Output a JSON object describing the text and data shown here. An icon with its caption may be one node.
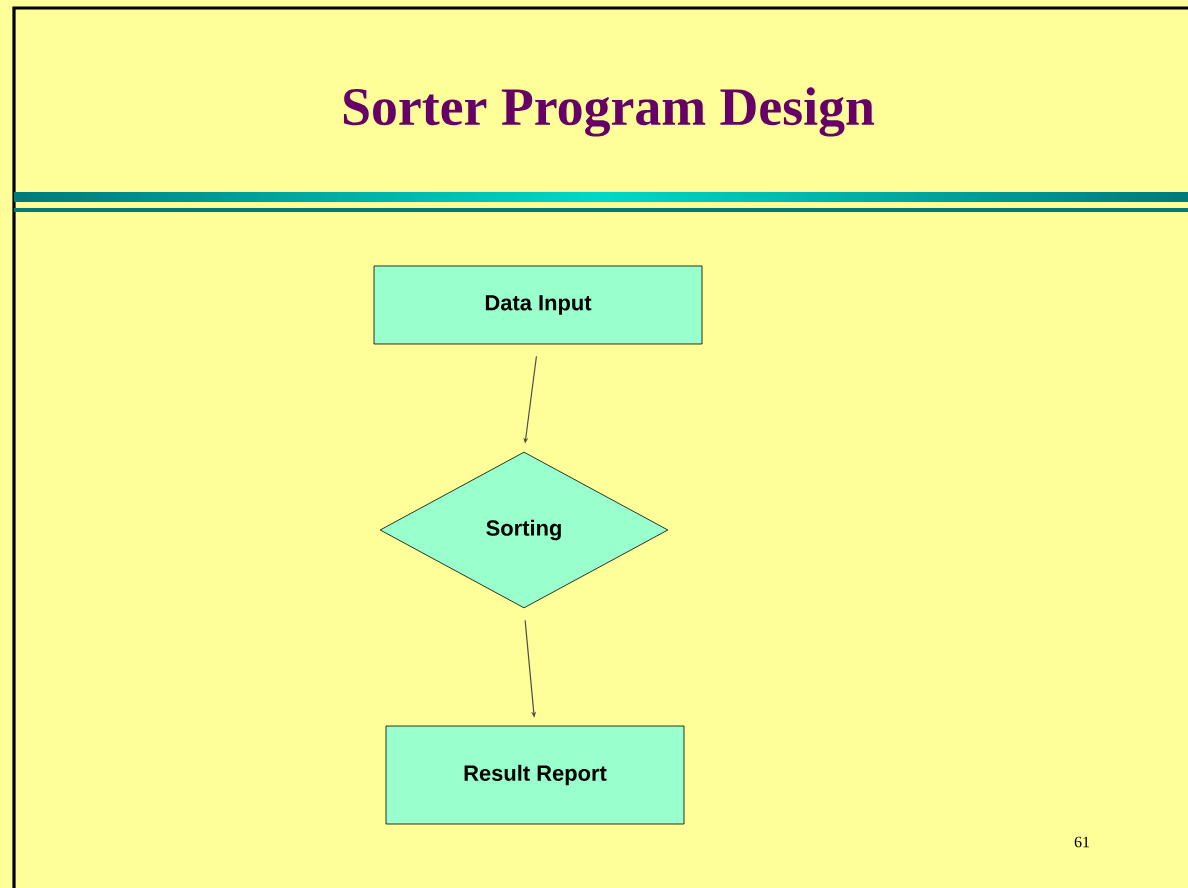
{
  "diagram": {
    "title": "Sorter Program Design",
    "nodes": [
      {
        "text": [
          "Data Input"
        ]
      },
      {
        "text": [
          "Sorting"
        ]
      },
      {
        "text": [
          "Result Report"
        ]
      }
    ],
    "edges": [
      {
        "from": 0,
        "to": 1,
        "arrow": "to"
      },
      {
        "from": 1,
        "to": 2,
        "arrow": "to"
      }
    ],
    "labels": [
      "61"
    ]
  }
}
